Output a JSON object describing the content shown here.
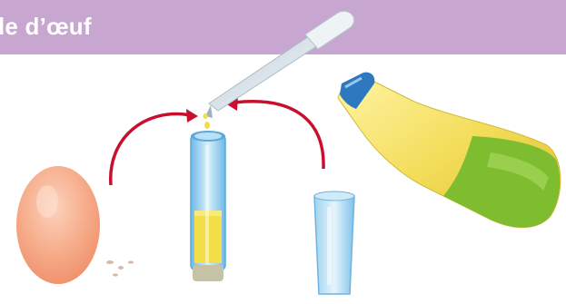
{
  "header": {
    "title": "le d’œuf"
  },
  "colors": {
    "header_bg": "#c7a6d0",
    "header_text": "#ffffff",
    "arrow": "#c8102e",
    "egg": "#f4a37f",
    "bottle_green": "#7dbd2f",
    "liquid_yellow": "#f2de48",
    "tube_blue": "#8fcbee"
  },
  "icons": [
    "egg",
    "test-tube",
    "pipette",
    "beaker",
    "bottle",
    "curved-arrow"
  ]
}
